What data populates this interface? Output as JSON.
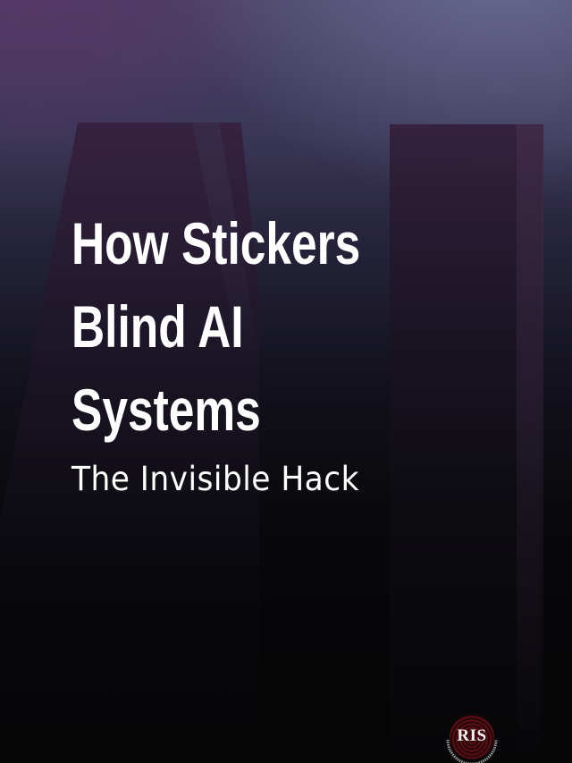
{
  "story": {
    "background_word": "AI",
    "headline_lines": [
      "How Stickers",
      "Blind AI",
      "Systems"
    ],
    "subtitle": "The Invisible Hack",
    "logo": {
      "text": "RIS",
      "icon": "fingerprint-seal-icon",
      "accent_color": "#5a0f14"
    },
    "colors": {
      "top_gradient": "#4a4468",
      "bottom": "#050506",
      "text": "#ffffff"
    }
  }
}
